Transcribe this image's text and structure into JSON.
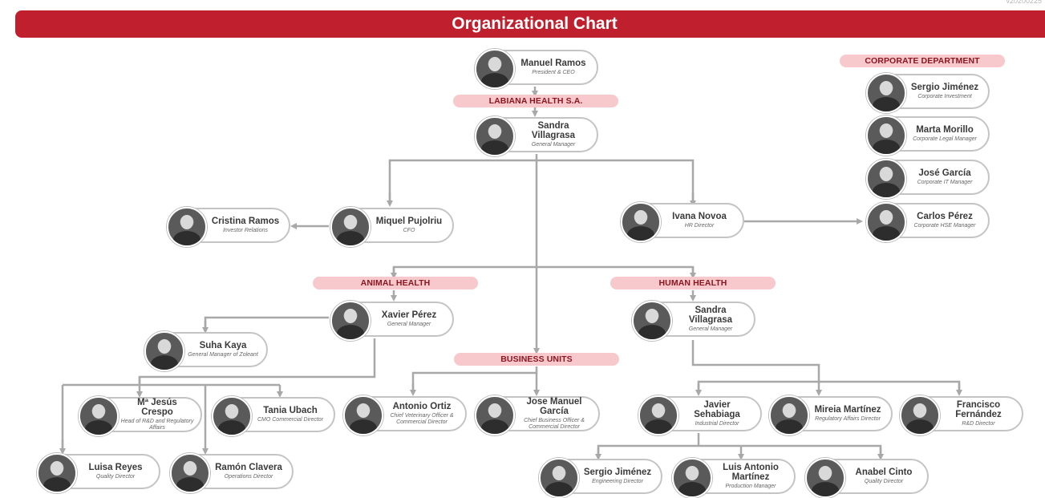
{
  "corner_code": "v20200225",
  "title": "Organizational Chart",
  "headers": {
    "labiana": "LABIANA HEALTH S.A.",
    "corporate": "CORPORATE DEPARTMENT",
    "animal": "ANIMAL HEALTH",
    "human": "HUMAN HEALTH",
    "business": "BUSINESS UNITS"
  },
  "people": {
    "manuel_ramos": {
      "name": "Manuel Ramos",
      "role": "President & CEO"
    },
    "sandra_villagrasa_gm": {
      "name": "Sandra Villagrasa",
      "role": "General Manager"
    },
    "cristina_ramos": {
      "name": "Cristina Ramos",
      "role": "Investor Relations"
    },
    "miquel_pujolriu": {
      "name": "Miquel Pujolriu",
      "role": "CFO"
    },
    "ivana_novoa": {
      "name": "Ivana Novoa",
      "role": "HR Director"
    },
    "sergio_jimenez_corp": {
      "name": "Sergio Jiménez",
      "role": "Corporate Investment"
    },
    "marta_morillo": {
      "name": "Marta Morillo",
      "role": "Corporate Legal Manager"
    },
    "jose_garcia": {
      "name": "José García",
      "role": "Corporate IT Manager"
    },
    "carlos_perez": {
      "name": "Carlos Pérez",
      "role": "Corporate HSE Manager"
    },
    "xavier_perez": {
      "name": "Xavier Pérez",
      "role": "General Manager"
    },
    "suha_kaya": {
      "name": "Suha Kaya",
      "role": "General Manager of Zoleant"
    },
    "sandra_villagrasa_hh": {
      "name": "Sandra Villagrasa",
      "role": "General Manager"
    },
    "mjesus_crespo": {
      "name": "Mª Jesús Crespo",
      "role": "Head of R&D and Regulatory Affairs"
    },
    "tania_ubach": {
      "name": "Tania Ubach",
      "role": "CMO Commercial Director"
    },
    "luisa_reyes": {
      "name": "Luisa Reyes",
      "role": "Quality Director"
    },
    "ramon_clavera": {
      "name": "Ramón Clavera",
      "role": "Operations Director"
    },
    "antonio_ortiz": {
      "name": "Antonio Ortiz",
      "role": "Chief Veterinary Officer & Commercial Director"
    },
    "jose_manuel_garcia": {
      "name": "Jose Manuel García",
      "role": "Chief Business Officer & Commercial Director"
    },
    "javier_sehabiaga": {
      "name": "Javier Sehabiaga",
      "role": "Industrial Director"
    },
    "mireia_martinez": {
      "name": "Mireia Martínez",
      "role": "Regulatory Affairs Director"
    },
    "francisco_fernandez": {
      "name": "Francisco Fernández",
      "role": "R&D Director"
    },
    "sergio_jimenez_eng": {
      "name": "Sergio Jiménez",
      "role": "Engineering Director"
    },
    "luis_antonio_martinez": {
      "name": "Luis Antonio Martínez",
      "role": "Production Manager"
    },
    "anabel_cinto": {
      "name": "Anabel Cinto",
      "role": "Quality Director"
    }
  },
  "colors": {
    "accent": "#c0202e",
    "header_fill": "#f8c9cc",
    "connector": "#a8a8a8"
  }
}
